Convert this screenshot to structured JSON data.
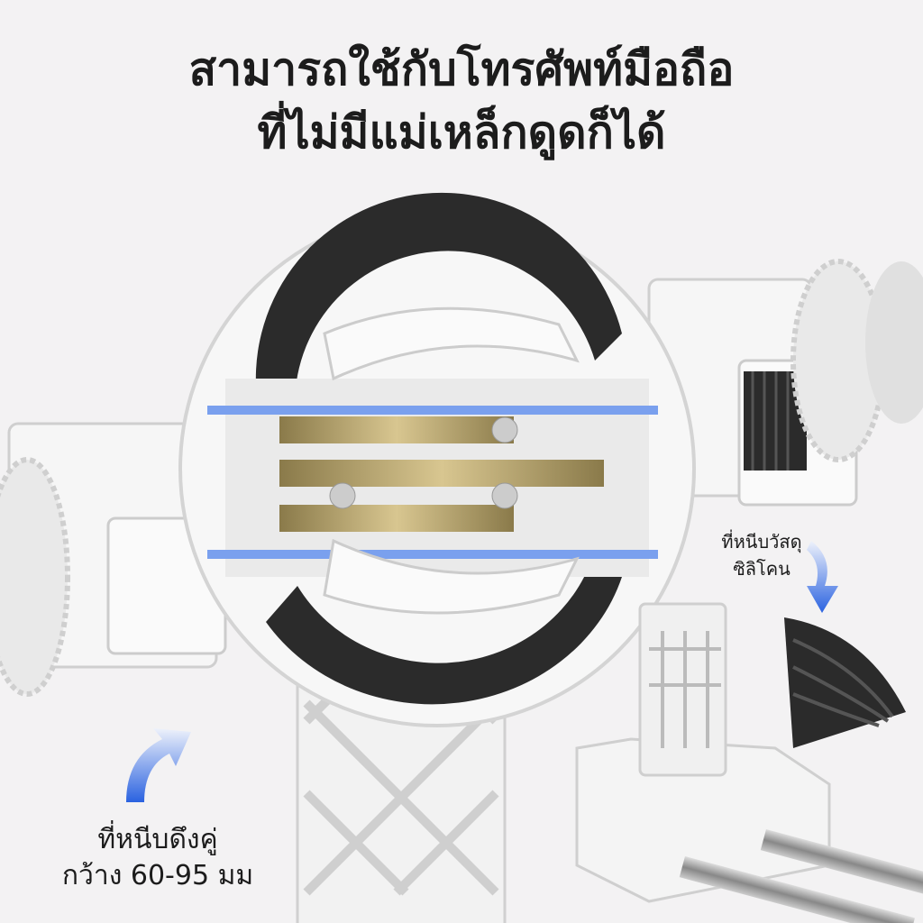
{
  "headline": {
    "line1": "สามารถใช้กับโทรศัพท์มือถือ",
    "line2": "ที่ไม่มีแม่เหล็กดูดก็ได้"
  },
  "callouts": {
    "silicone_clip": {
      "line1": "ที่หนีบวัสดุ",
      "line2": "ซิลิโคน"
    },
    "dual_clamp": {
      "line1": "ที่หนีบดึงคู่",
      "line2": "กว้าง 60-95 มม"
    }
  },
  "colors": {
    "background": "#f3f2f3",
    "accent_arrow": "#2a62e0",
    "rubber": "#2b2b2b",
    "plastic": "#f7f7f7"
  }
}
